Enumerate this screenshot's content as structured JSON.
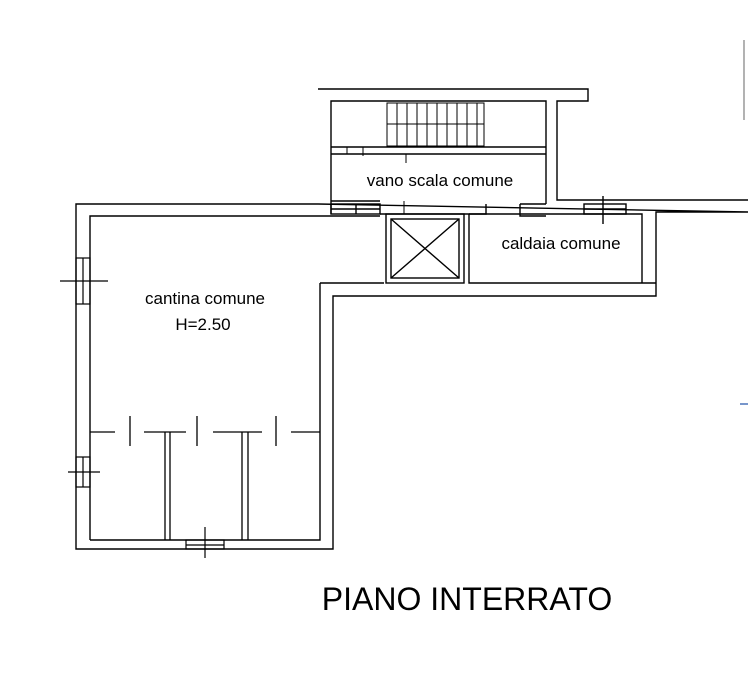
{
  "rooms": {
    "stair": "vano scala comune",
    "boiler": "caldaia comune",
    "cellar_name": "cantina comune",
    "cellar_height": "H=2.50"
  },
  "title": "PIANO INTERRATO",
  "colors": {
    "line": "#000000",
    "accent": "#1f4fa8",
    "background": "#ffffff"
  }
}
